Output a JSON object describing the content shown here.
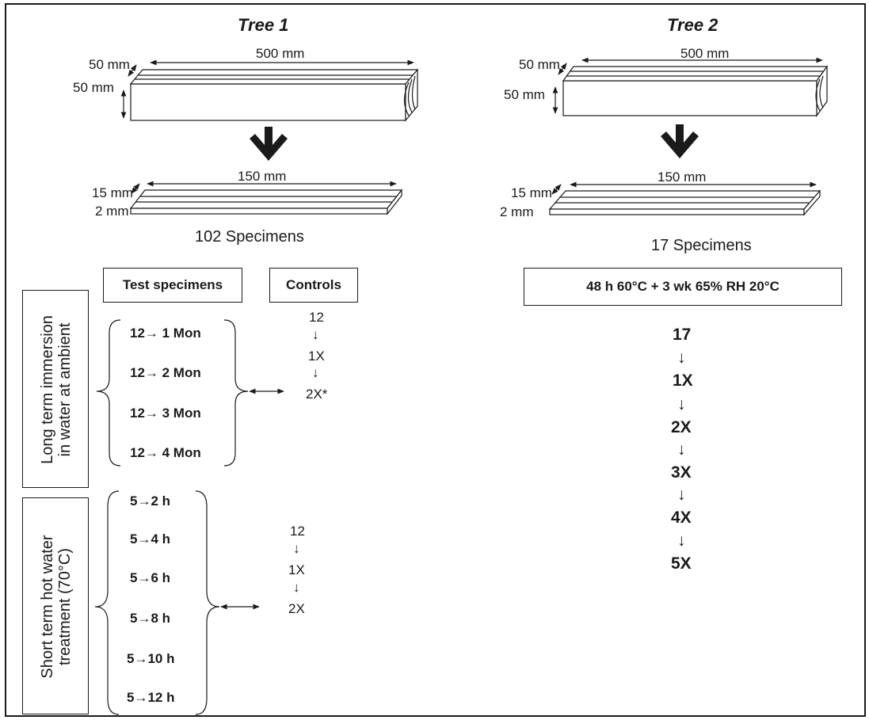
{
  "tree1": {
    "title": "Tree 1",
    "block": {
      "length": "500 mm",
      "width": "50 mm",
      "height": "50 mm"
    },
    "strip": {
      "length": "150 mm",
      "width": "15 mm",
      "thickness": "2 mm"
    },
    "specimens": "102 Specimens",
    "test_header": "Test specimens",
    "controls_header": "Controls",
    "long_term": {
      "label_line1": "Long term immersion",
      "label_line2": "in water at ambient",
      "items": [
        "12→ 1 Mon",
        "12→ 2 Mon",
        "12→ 3 Mon",
        "12→ 4 Mon"
      ],
      "controls": [
        "12",
        "↓",
        "1X",
        "↓",
        "2X*"
      ]
    },
    "short_term": {
      "label_line1": "Short term hot water",
      "label_line2": "treatment (70°C)",
      "items": [
        "5→2 h",
        "5→4 h",
        "5→6 h",
        "5→8 h",
        "5→10 h",
        "5→12 h"
      ],
      "controls": [
        "12",
        "↓",
        "1X",
        "↓",
        "2X"
      ]
    }
  },
  "tree2": {
    "title": "Tree 2",
    "block": {
      "length": "500 mm",
      "width": "50 mm",
      "height": "50 mm"
    },
    "strip": {
      "length": "150 mm",
      "width": "15 mm",
      "thickness": "2 mm"
    },
    "specimens": "17 Specimens",
    "conditioning": "48 h 60°C + 3 wk 65% RH 20°C",
    "sequence": [
      "17",
      "↓",
      "1X",
      "↓",
      "2X",
      "↓",
      "3X",
      "↓",
      "4X",
      "↓",
      "5X"
    ]
  }
}
